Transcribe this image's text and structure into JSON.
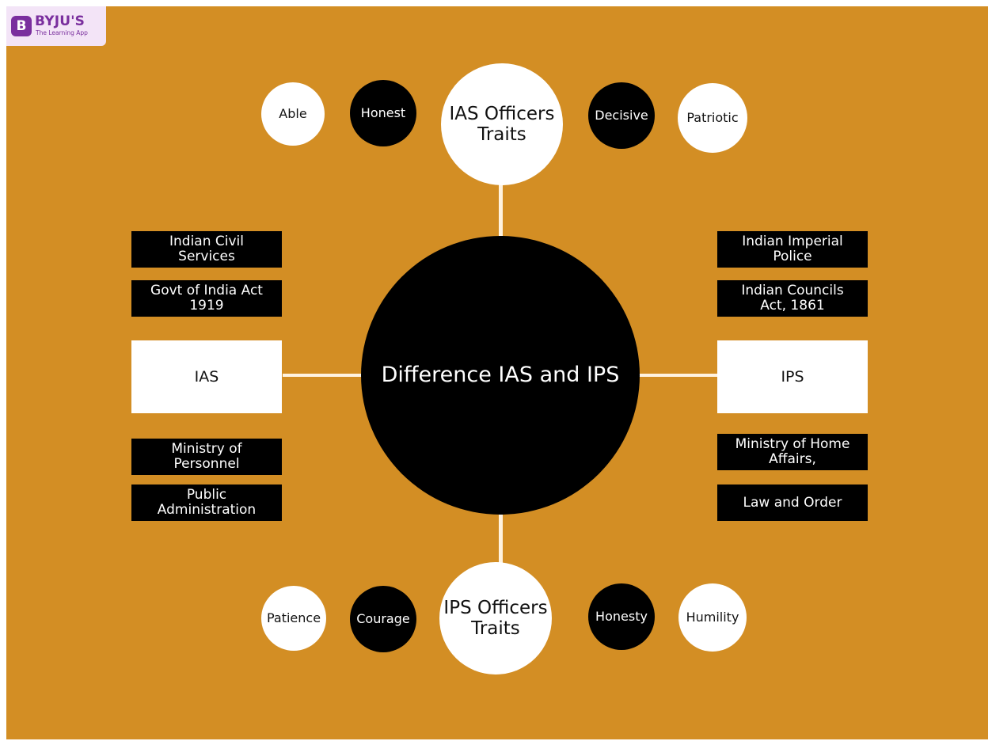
{
  "colors": {
    "background": "#d38e24",
    "brand": "#7a2f9e"
  },
  "logo": {
    "mark": "B",
    "title": "BYJU'S",
    "subtitle": "The Learning App"
  },
  "center": {
    "label": "Difference IAS and IPS"
  },
  "ias_traits": {
    "title_line1": "IAS Officers",
    "title_line2": "Traits",
    "items": [
      "Able",
      "Honest",
      "Decisive",
      "Patriotic"
    ]
  },
  "ips_traits": {
    "title_line1": "IPS Officers",
    "title_line2": "Traits",
    "items": [
      "Patience",
      "Courage",
      "Honesty",
      "Humility"
    ]
  },
  "ias": {
    "label": "IAS",
    "facts": [
      {
        "line1": "Indian Civil",
        "line2": "Services"
      },
      {
        "line1": "Govt of India Act",
        "line2": "1919"
      },
      {
        "line1": "Ministry of",
        "line2": "Personnel"
      },
      {
        "line1": "Public",
        "line2": "Administration"
      }
    ]
  },
  "ips": {
    "label": "IPS",
    "facts": [
      {
        "line1": "Indian Imperial",
        "line2": "Police"
      },
      {
        "line1": "Indian Councils",
        "line2": "Act, 1861"
      },
      {
        "line1": "Ministry of Home",
        "line2": "Affairs,"
      },
      {
        "line1": "Law and Order",
        "line2": ""
      }
    ]
  }
}
